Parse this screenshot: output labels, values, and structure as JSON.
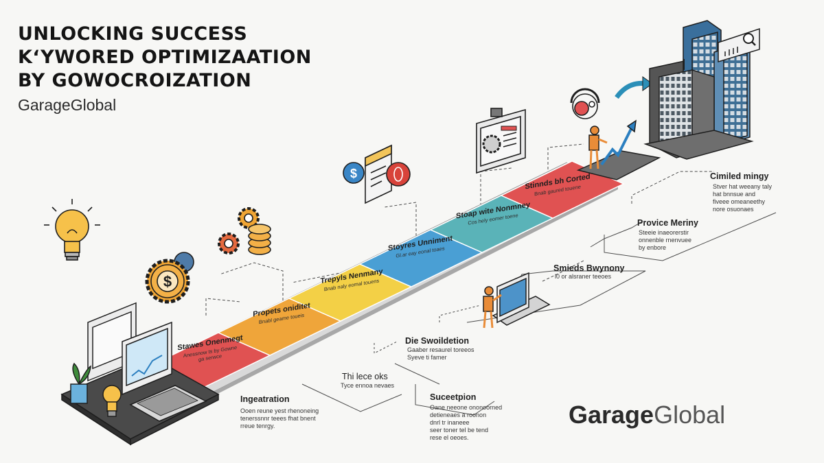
{
  "header": {
    "title_line_1": "UNLOCKING SUCCESS",
    "title_line_2": "KʻYWORED OPTIMIZAATION",
    "title_line_3": "BY GOWOCROIZATION",
    "brand_small": "GarageGlobal"
  },
  "brand_large": {
    "bold": "Garage",
    "light": "Global"
  },
  "path_steps": [
    {
      "title": "Stawes Onenmegt",
      "desc": "Anessnow ts by Gowne\nga serwce",
      "color": "#e05252"
    },
    {
      "title": "Propets oniditet",
      "desc": "Bnabl geame toueis",
      "color": "#efa53a"
    },
    {
      "title": "Trepyls Nenmany",
      "desc": "Bnab naly eomal touens",
      "color": "#f3d046"
    },
    {
      "title": "Stoyres Unniment",
      "desc": "Gl.ar eay eonal toaes",
      "color": "#4a9fd4"
    },
    {
      "title": "Stoap wite Nonmney",
      "desc": "Cos hely eomer toene",
      "color": "#5ab3b8"
    },
    {
      "title": "Stinnds bh Corted",
      "desc": "Bnab gaured touene",
      "color": "#e05252"
    }
  ],
  "side_labels": [
    {
      "title": "Cimiled mingy",
      "desc": "Stver hat weeany taly\nhat bnnsue and\nfiveee omeaneethy\nnore osuonaes"
    },
    {
      "title": "Provice Meriny",
      "desc": "Steeie inaeorerstir\nonnenble rnenvuee\nby enbore"
    },
    {
      "title": "Smieds Bwynony",
      "desc": "l0 or alsraner teeoes"
    },
    {
      "title": "Die Swoildetion",
      "desc": "Gaaber resaurel toreeos\nSyeve ti famer"
    },
    {
      "title": "Thi lece oks",
      "desc": "Tyce ennoa nevaes"
    },
    {
      "title": "Ingeatration",
      "desc": "Ooen reune yest rhenoneing\ntenerssnnr teees fhat bnent\nrreue tenrgy."
    },
    {
      "title": "Suceetpion",
      "desc": "Oane neeone ononoorned\ndetieneaes a roonon\ndnrl tr inaneee\nseer toner tel be tend\nrese el oeoes."
    }
  ],
  "icons": [
    "lightbulb-icon",
    "computer-desk-icon",
    "dollar-gear-icon",
    "gears-coins-icon",
    "document-coins-icon",
    "monitor-gear-icon",
    "person-laptop-icon",
    "headset-icon",
    "person-growth-chart-icon",
    "city-building-icon",
    "arrow-curve-icon",
    "search-sign-icon"
  ]
}
